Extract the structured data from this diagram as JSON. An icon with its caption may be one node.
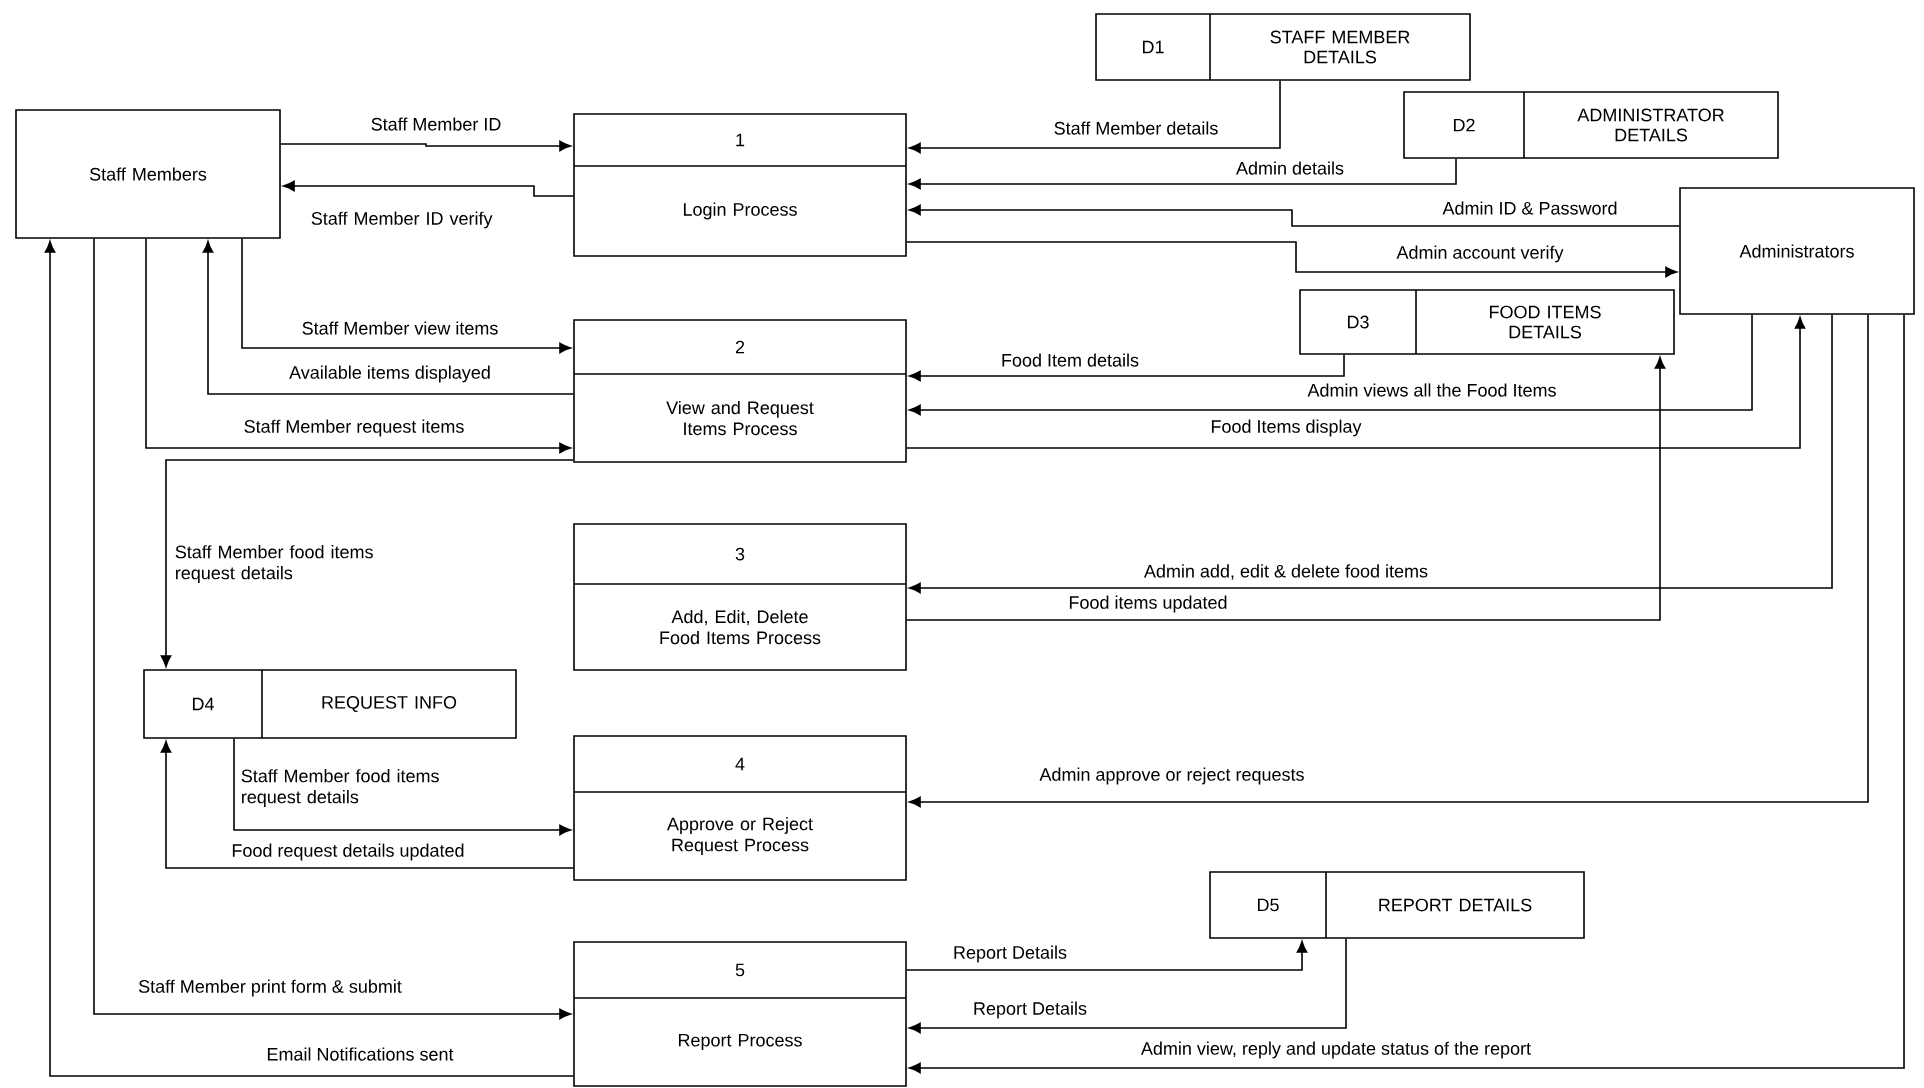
{
  "diagram": {
    "nodes": [
      {
        "text": [
          "Staff Members"
        ]
      },
      {
        "text": [
          "1",
          "Login Process"
        ]
      },
      {
        "text": [
          "D1",
          "STAFF MEMBER DETAILS"
        ]
      },
      {
        "text": [
          "D2",
          "ADMINISTRATOR DETAILS"
        ]
      },
      {
        "text": [
          "Administrators"
        ]
      },
      {
        "text": [
          "2",
          "View and Request Items Process"
        ]
      },
      {
        "text": [
          "D3",
          "FOOD ITEMS DETAILS"
        ]
      },
      {
        "text": [
          "3",
          "Add, Edit, Delete Food Items Process"
        ]
      },
      {
        "text": [
          "D4",
          "REQUEST INFO"
        ]
      },
      {
        "text": [
          "4",
          "Approve or Reject Request Process"
        ]
      },
      {
        "text": [
          "D5",
          "REPORT DETAILS"
        ]
      },
      {
        "text": [
          "5",
          "Report Process"
        ]
      }
    ],
    "edges": [
      {
        "from": 0,
        "to": 1,
        "arrow": "to",
        "label": "Staff Member ID"
      },
      {
        "from": 1,
        "to": 0,
        "arrow": "to",
        "label": "Staff Member ID verify"
      },
      {
        "from": 2,
        "to": 1,
        "arrow": "to",
        "label": "Staff Member details"
      },
      {
        "from": 3,
        "to": 1,
        "arrow": "to",
        "label": "Admin details"
      },
      {
        "from": 4,
        "to": 1,
        "arrow": "to",
        "label": "Admin ID & Password"
      },
      {
        "from": 1,
        "to": 4,
        "arrow": "to",
        "label": "Admin account verify"
      },
      {
        "from": 0,
        "to": 5,
        "arrow": "to",
        "label": "Staff Member view items"
      },
      {
        "from": 5,
        "to": 0,
        "arrow": "to",
        "label": "Available items displayed"
      },
      {
        "from": 0,
        "to": 5,
        "arrow": "to",
        "label": "Staff Member request items"
      },
      {
        "from": 6,
        "to": 5,
        "arrow": "to",
        "label": "Food Item details"
      },
      {
        "from": 4,
        "to": 5,
        "arrow": "to",
        "label": "Admin views all the Food Items"
      },
      {
        "from": 5,
        "to": 4,
        "arrow": "to",
        "label": "Food Items display"
      },
      {
        "from": 5,
        "to": 8,
        "arrow": "to",
        "label": "Staff Member food items request details"
      },
      {
        "from": 4,
        "to": 7,
        "arrow": "to",
        "label": "Admin add, edit & delete food items"
      },
      {
        "from": 7,
        "to": 6,
        "arrow": "to",
        "label": "Food items updated"
      },
      {
        "from": 8,
        "to": 9,
        "arrow": "to",
        "label": "Staff Member food items request details"
      },
      {
        "from": 9,
        "to": 8,
        "arrow": "to",
        "label": "Food request details updated"
      },
      {
        "from": 4,
        "to": 9,
        "arrow": "to",
        "label": "Admin approve or reject requests"
      },
      {
        "from": 0,
        "to": 11,
        "arrow": "to",
        "label": "Staff Member print form & submit"
      },
      {
        "from": 11,
        "to": 0,
        "arrow": "to",
        "label": "Email Notifications sent"
      },
      {
        "from": 11,
        "to": 10,
        "arrow": "to",
        "label": "Report Details"
      },
      {
        "from": 10,
        "to": 11,
        "arrow": "to",
        "label": "Report Details"
      },
      {
        "from": 4,
        "to": 11,
        "arrow": "to",
        "label": "Admin view, reply and update status of the report"
      }
    ]
  }
}
